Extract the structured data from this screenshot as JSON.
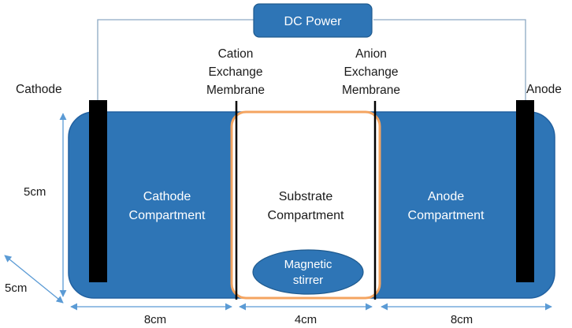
{
  "power": {
    "label": "DC Power"
  },
  "electrodes": {
    "cathode": "Cathode",
    "anode": "Anode"
  },
  "membranes": {
    "cation": [
      "Cation",
      "Exchange",
      "Membrane"
    ],
    "anion": [
      "Anion",
      "Exchange",
      "Membrane"
    ]
  },
  "compartments": {
    "cathode": [
      "Cathode",
      "Compartment"
    ],
    "substrate": [
      "Substrate",
      "Compartment"
    ],
    "anode": [
      "Anode",
      "Compartment"
    ]
  },
  "stirrer": [
    "Magnetic",
    "stirrer"
  ],
  "dimensions": {
    "height": "5cm",
    "depth": "5cm",
    "cathode_width": "8cm",
    "substrate_width": "4cm",
    "anode_width": "8cm"
  },
  "colors": {
    "compartment_fill": "#2E75B6",
    "compartment_stroke": "#2060A0",
    "substrate_border": "#F4A460",
    "electrode": "#000000",
    "wire": "#8DA9C4",
    "dimension_line": "#5B9BD5"
  }
}
